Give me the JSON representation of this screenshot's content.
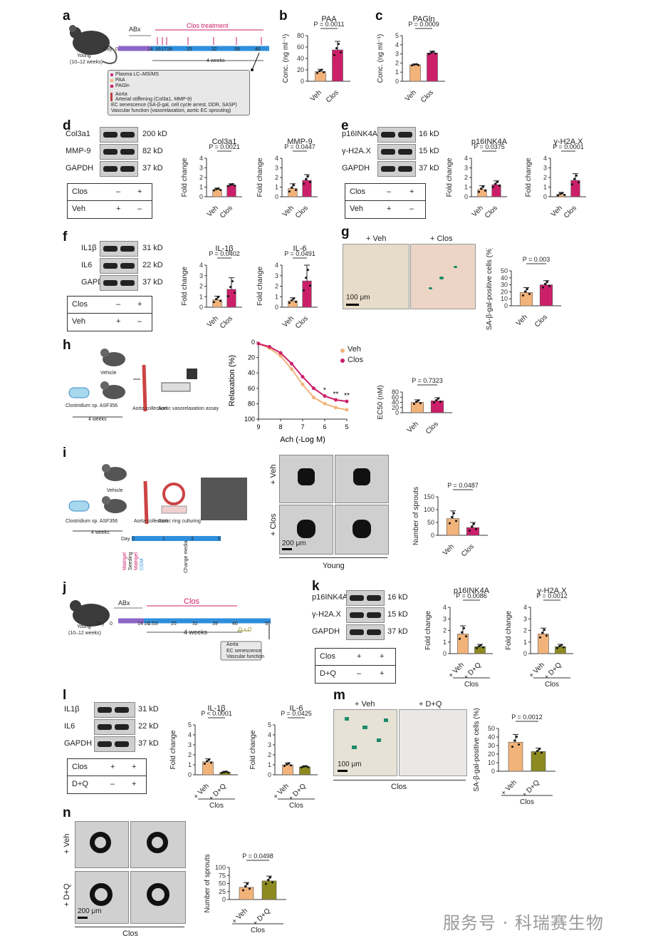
{
  "labels": {
    "a": "a",
    "b": "b",
    "c": "c",
    "d": "d",
    "e": "e",
    "f": "f",
    "g": "g",
    "h": "h",
    "i": "i",
    "j": "j",
    "k": "k",
    "l": "l",
    "m": "m",
    "n": "n"
  },
  "panel_a": {
    "mouse": "Young",
    "age": "(10–12 weeks)",
    "abx": "ABx",
    "clos_treatment": "Clos treatment",
    "day": "Day",
    "days": [
      "0",
      "14",
      "16",
      "17",
      "18",
      "25",
      "32",
      "39",
      "46"
    ],
    "weeks": "4 weeks",
    "legend": [
      "Plasma LC–MS/MS",
      "PAA",
      "PAGln",
      "Aorta",
      "Arterial stiffening (Col3a1, MMP-9)",
      "EC senescence (SA-β-gal, cell cycle arrest, DDR, SASP)",
      "Vascular function (vasorelaxation, aortic EC sprouting)"
    ]
  },
  "colors": {
    "veh": "#f2b37a",
    "clos": "#cc1f6a",
    "dq": "#8d8a22",
    "timeline": "#2f8fdc"
  },
  "charts": {
    "b": {
      "title": "PAA",
      "ylabel": "Conc. (ng ml⁻¹)",
      "p": "P = 0.0011",
      "ticks": [
        "0",
        "20",
        "40",
        "60",
        "80"
      ],
      "cats": [
        "Veh",
        "Clos"
      ]
    },
    "c": {
      "title": "PAGln",
      "ylabel": "Conc. (ng ml⁻¹)",
      "p": "P = 0.0009",
      "ticks": [
        "0",
        "1",
        "2",
        "3",
        "4",
        "5"
      ],
      "cats": [
        "Veh",
        "Clos"
      ]
    },
    "d1": {
      "title": "Col3a1",
      "ylabel": "Fold change",
      "p": "P = 0.0021",
      "ticks": [
        "0",
        "1",
        "2",
        "3",
        "4"
      ],
      "cats": [
        "Veh",
        "Clos"
      ]
    },
    "d2": {
      "title": "MMP-9",
      "ylabel": "Fold change",
      "p": "P = 0.0447",
      "ticks": [
        "0",
        "1",
        "2",
        "3",
        "4"
      ],
      "cats": [
        "Veh",
        "Clos"
      ]
    },
    "e1": {
      "title": "p16INK4A",
      "ylabel": "Fold change",
      "p": "P = 0.0375",
      "ticks": [
        "0",
        "1",
        "2",
        "3",
        "4"
      ],
      "cats": [
        "Veh",
        "Clos"
      ]
    },
    "e2": {
      "title": "γ-H2A.X",
      "ylabel": "Fold change",
      "p": "P = 0.0001",
      "ticks": [
        "0",
        "1",
        "2",
        "3",
        "4"
      ],
      "cats": [
        "Veh",
        "Clos"
      ]
    },
    "f1": {
      "title": "IL-1β",
      "ylabel": "Fold change",
      "p": "P = 0.0402",
      "ticks": [
        "0",
        "1",
        "2",
        "3",
        "4"
      ],
      "cats": [
        "Veh",
        "Clos"
      ]
    },
    "f2": {
      "title": "IL-6",
      "ylabel": "Fold change",
      "p": "P = 0.0491",
      "ticks": [
        "0",
        "1",
        "2",
        "3",
        "4"
      ],
      "cats": [
        "Veh",
        "Clos"
      ]
    },
    "g": {
      "title": "",
      "ylabel": "SA-β-gal-positive cells (%)",
      "p": "P = 0.003",
      "ticks": [
        "0",
        "10",
        "20",
        "30",
        "40",
        "50"
      ],
      "cats": [
        "Veh",
        "Clos"
      ]
    },
    "h2": {
      "title": "",
      "ylabel": "EC50 (nM)",
      "p": "P = 0.7323",
      "ticks": [
        "0",
        "20",
        "40",
        "60",
        "80"
      ],
      "cats": [
        "Veh",
        "Clos"
      ]
    },
    "i": {
      "title": "",
      "ylabel": "Number of sprouts",
      "p": "P = 0.0487",
      "ticks": [
        "0",
        "50",
        "100",
        "150"
      ],
      "cats": [
        "Veh",
        "Clos"
      ]
    },
    "k1": {
      "title": "p16INK4A",
      "ylabel": "Fold change",
      "p": "P = 0.0086",
      "ticks": [
        "0",
        "1",
        "2",
        "3",
        "4"
      ],
      "cats": [
        "+ Veh",
        "+ D+Q"
      ],
      "group": "Clos"
    },
    "k2": {
      "title": "γ-H2A.X",
      "ylabel": "Fold change",
      "p": "P = 0.0012",
      "ticks": [
        "0",
        "1",
        "2",
        "3",
        "4"
      ],
      "cats": [
        "+ Veh",
        "+ D+Q"
      ],
      "group": "Clos"
    },
    "l1": {
      "title": "IL-1β",
      "ylabel": "Fold change",
      "p": "P < 0.0001",
      "ticks": [
        "0",
        "1",
        "2",
        "3",
        "4",
        "5"
      ],
      "cats": [
        "+ Veh",
        "+ D+Q"
      ],
      "group": "Clos"
    },
    "l2": {
      "title": "IL-6",
      "ylabel": "Fold change",
      "p": "P = 0.0425",
      "ticks": [
        "0",
        "1",
        "2",
        "3",
        "4",
        "5"
      ],
      "cats": [
        "+ Veh",
        "+ D+Q"
      ],
      "group": "Clos"
    },
    "m": {
      "title": "",
      "ylabel": "SA-β-gal-positive cells (%)",
      "p": "P = 0.0012",
      "ticks": [
        "0",
        "10",
        "20",
        "30",
        "40",
        "50"
      ],
      "cats": [
        "+ Veh",
        "+ D+Q"
      ],
      "group": "Clos"
    },
    "n": {
      "title": "",
      "ylabel": "Number of sprouts",
      "p": "P = 0.0498",
      "ticks": [
        "0",
        "25",
        "50",
        "75",
        "100"
      ],
      "cats": [
        "+ Veh",
        "+ D+Q"
      ],
      "group": "Clos"
    }
  },
  "chart_data": [
    {
      "id": "b",
      "type": "bar",
      "categories": [
        "Veh",
        "Clos"
      ],
      "values": [
        17,
        55
      ],
      "errors": [
        4,
        15
      ],
      "ylim": [
        0,
        80
      ],
      "title": "PAA",
      "ylabel": "Conc. (ng ml⁻¹)"
    },
    {
      "id": "c",
      "type": "bar",
      "categories": [
        "Veh",
        "Clos"
      ],
      "values": [
        1.8,
        3.1
      ],
      "errors": [
        0.1,
        0.2
      ],
      "ylim": [
        0,
        5
      ],
      "title": "PAGln",
      "ylabel": "Conc. (ng ml⁻¹)"
    },
    {
      "id": "d1",
      "type": "bar",
      "categories": [
        "Veh",
        "Clos"
      ],
      "values": [
        0.75,
        1.2
      ],
      "errors": [
        0.15,
        0.15
      ],
      "ylim": [
        0,
        4
      ],
      "title": "Col3a1",
      "ylabel": "Fold change"
    },
    {
      "id": "d2",
      "type": "bar",
      "categories": [
        "Veh",
        "Clos"
      ],
      "values": [
        0.85,
        1.7
      ],
      "errors": [
        0.5,
        0.6
      ],
      "ylim": [
        0,
        4
      ],
      "title": "MMP-9",
      "ylabel": "Fold change"
    },
    {
      "id": "e1",
      "type": "bar",
      "categories": [
        "Veh",
        "Clos"
      ],
      "values": [
        0.75,
        1.25
      ],
      "errors": [
        0.4,
        0.4
      ],
      "ylim": [
        0,
        4
      ],
      "title": "p16INK4A",
      "ylabel": "Fold change"
    },
    {
      "id": "e2",
      "type": "bar",
      "categories": [
        "Veh",
        "Clos"
      ],
      "values": [
        0.25,
        1.7
      ],
      "errors": [
        0.2,
        0.7
      ],
      "ylim": [
        0,
        4
      ],
      "title": "γ-H2A.X",
      "ylabel": "Fold change"
    },
    {
      "id": "f1",
      "type": "bar",
      "categories": [
        "Veh",
        "Clos"
      ],
      "values": [
        0.7,
        1.7
      ],
      "errors": [
        0.35,
        1.1
      ],
      "ylim": [
        0,
        4
      ],
      "title": "IL-1β",
      "ylabel": "Fold change"
    },
    {
      "id": "f2",
      "type": "bar",
      "categories": [
        "Veh",
        "Clos"
      ],
      "values": [
        0.6,
        2.5
      ],
      "errors": [
        0.3,
        1.5
      ],
      "ylim": [
        0,
        4
      ],
      "title": "IL-6",
      "ylabel": "Fold change"
    },
    {
      "id": "g",
      "type": "bar",
      "categories": [
        "Veh",
        "Clos"
      ],
      "values": [
        19,
        30
      ],
      "errors": [
        7,
        6
      ],
      "ylim": [
        0,
        50
      ],
      "ylabel": "SA-β-gal-positive cells (%)"
    },
    {
      "id": "h",
      "type": "line",
      "x": [
        9,
        8.5,
        8,
        7.5,
        7,
        6.5,
        6,
        5.5,
        5
      ],
      "series": [
        {
          "name": "Veh",
          "values": [
            2,
            8,
            18,
            35,
            55,
            72,
            80,
            85,
            88
          ]
        },
        {
          "name": "Clos",
          "values": [
            2,
            6,
            14,
            28,
            45,
            60,
            70,
            75,
            77
          ]
        }
      ],
      "xlabel": "Ach (-Log M)",
      "ylabel": "Relaxation (%)",
      "ylim": [
        0,
        100
      ],
      "annotations": [
        "*",
        "**",
        "**"
      ]
    },
    {
      "id": "h2",
      "type": "bar",
      "categories": [
        "Veh",
        "Clos"
      ],
      "values": [
        40,
        46
      ],
      "errors": [
        10,
        12
      ],
      "ylim": [
        0,
        80
      ],
      "ylabel": "EC50 (nM)"
    },
    {
      "id": "i",
      "type": "bar",
      "categories": [
        "Veh",
        "Clos"
      ],
      "values": [
        65,
        30
      ],
      "errors": [
        30,
        20
      ],
      "ylim": [
        0,
        150
      ],
      "ylabel": "Number of sprouts"
    },
    {
      "id": "k1",
      "type": "bar",
      "categories": [
        "+ Veh",
        "+ D+Q"
      ],
      "values": [
        1.7,
        0.6
      ],
      "errors": [
        0.7,
        0.2
      ],
      "ylim": [
        0,
        4
      ],
      "title": "p16INK4A",
      "ylabel": "Fold change"
    },
    {
      "id": "k2",
      "type": "bar",
      "categories": [
        "+ Veh",
        "+ D+Q"
      ],
      "values": [
        1.7,
        0.6
      ],
      "errors": [
        0.5,
        0.2
      ],
      "ylim": [
        0,
        4
      ],
      "title": "γ-H2A.X",
      "ylabel": "Fold change"
    },
    {
      "id": "l1",
      "type": "bar",
      "categories": [
        "+ Veh",
        "+ D+Q"
      ],
      "values": [
        1.3,
        0.25
      ],
      "errors": [
        0.3,
        0.1
      ],
      "ylim": [
        0,
        5
      ],
      "title": "IL-1β",
      "ylabel": "Fold change"
    },
    {
      "id": "l2",
      "type": "bar",
      "categories": [
        "+ Veh",
        "+ D+Q"
      ],
      "values": [
        1.0,
        0.8
      ],
      "errors": [
        0.2,
        0.1
      ],
      "ylim": [
        0,
        5
      ],
      "title": "IL-6",
      "ylabel": "Fold change"
    },
    {
      "id": "m",
      "type": "bar",
      "categories": [
        "+ Veh",
        "+ D+Q"
      ],
      "values": [
        34,
        23
      ],
      "errors": [
        9,
        4
      ],
      "ylim": [
        0,
        50
      ],
      "ylabel": "SA-β-gal-positive cells (%)"
    },
    {
      "id": "n",
      "type": "bar",
      "categories": [
        "+ Veh",
        "+ D+Q"
      ],
      "values": [
        38,
        58
      ],
      "errors": [
        15,
        15
      ],
      "ylim": [
        0,
        100
      ],
      "ylabel": "Number of sprouts"
    }
  ],
  "blots": {
    "d": {
      "rows": [
        "Col3a1",
        "MMP-9",
        "GAPDH"
      ],
      "kd": [
        "200 kD",
        "82 kD",
        "37 kD"
      ],
      "clos": [
        "Clos",
        "–",
        "+"
      ],
      "veh": [
        "Veh",
        "+",
        "–"
      ]
    },
    "e": {
      "rows": [
        "p16INK4A",
        "γ-H2A.X",
        "GAPDH"
      ],
      "kd": [
        "16 kD",
        "15 kD",
        "37 kD"
      ],
      "clos": [
        "Clos",
        "–",
        "+"
      ],
      "veh": [
        "Veh",
        "+",
        "–"
      ]
    },
    "f": {
      "rows": [
        "IL1β",
        "IL6",
        "GAPDH"
      ],
      "kd": [
        "31 kD",
        "22 kD",
        "37 kD"
      ],
      "clos": [
        "Clos",
        "–",
        "+"
      ],
      "veh": [
        "Veh",
        "+",
        "–"
      ]
    },
    "k": {
      "rows": [
        "p16INK4A",
        "γ-H2A.X",
        "GAPDH"
      ],
      "kd": [
        "16 kD",
        "15 kD",
        "37 kD"
      ],
      "clos": [
        "Clos",
        "+",
        "+"
      ],
      "veh": [
        "D+Q",
        "–",
        "+"
      ]
    },
    "l": {
      "rows": [
        "IL1β",
        "IL6",
        "GAPDH"
      ],
      "kd": [
        "31 kD",
        "22 kD",
        "37 kD"
      ],
      "clos": [
        "Clos",
        "+",
        "+"
      ],
      "veh": [
        "D+Q",
        "–",
        "+"
      ]
    }
  },
  "panel_g": {
    "veh": "+ Veh",
    "clos": "+ Clos",
    "scale": "100 μm"
  },
  "panel_h": {
    "vehicle": "Vehicle",
    "bacteria": "Clostridium sp. ASF356",
    "weeks": "4 weeks",
    "aorta": "Aorta collection",
    "assay": "Aortic vasorelaxation assay",
    "xlabel": "Ach (-Log M)",
    "ylabel": "Relaxation (%)",
    "legend_veh": "Veh",
    "legend_clos": "Clos",
    "xticks": [
      "9",
      "8",
      "7",
      "6",
      "5"
    ],
    "yticks": [
      "0",
      "20",
      "40",
      "60",
      "80",
      "100"
    ]
  },
  "panel_i": {
    "vehicle": "Vehicle",
    "bacteria": "Clostridium sp. ASF356",
    "weeks": "4 weeks",
    "aorta": "Aorta collection",
    "ring": "Aortic ring culturing",
    "day": "Day",
    "days": [
      "0",
      "1",
      "3",
      "5"
    ],
    "steps": [
      "Matrigel",
      "Seeding",
      "Matrigel",
      "CGM",
      "Change media"
    ],
    "veh": "+ Veh",
    "clos": "+ Clos",
    "scale": "200 μm",
    "young": "Young"
  },
  "panel_j": {
    "mouse": "Young",
    "age": "(10–12 weeks)",
    "abx": "ABx",
    "clos": "Clos",
    "day": "Day",
    "days": [
      "0",
      "14",
      "16",
      "17",
      "18",
      "25",
      "32",
      "39",
      "46",
      "50"
    ],
    "weeks": "4 weeks",
    "dq": "D + Q",
    "box": [
      "Aorta",
      "EC senescence",
      "Vascular function"
    ]
  },
  "panel_m": {
    "veh": "+ Veh",
    "dq": "+ D+Q",
    "scale": "100 μm",
    "group": "Clos"
  },
  "panel_n": {
    "veh": "+ Veh",
    "dq": "+ D+Q",
    "scale": "200 μm",
    "group": "Clos"
  },
  "watermark": "服务号 · 科瑞赛生物"
}
